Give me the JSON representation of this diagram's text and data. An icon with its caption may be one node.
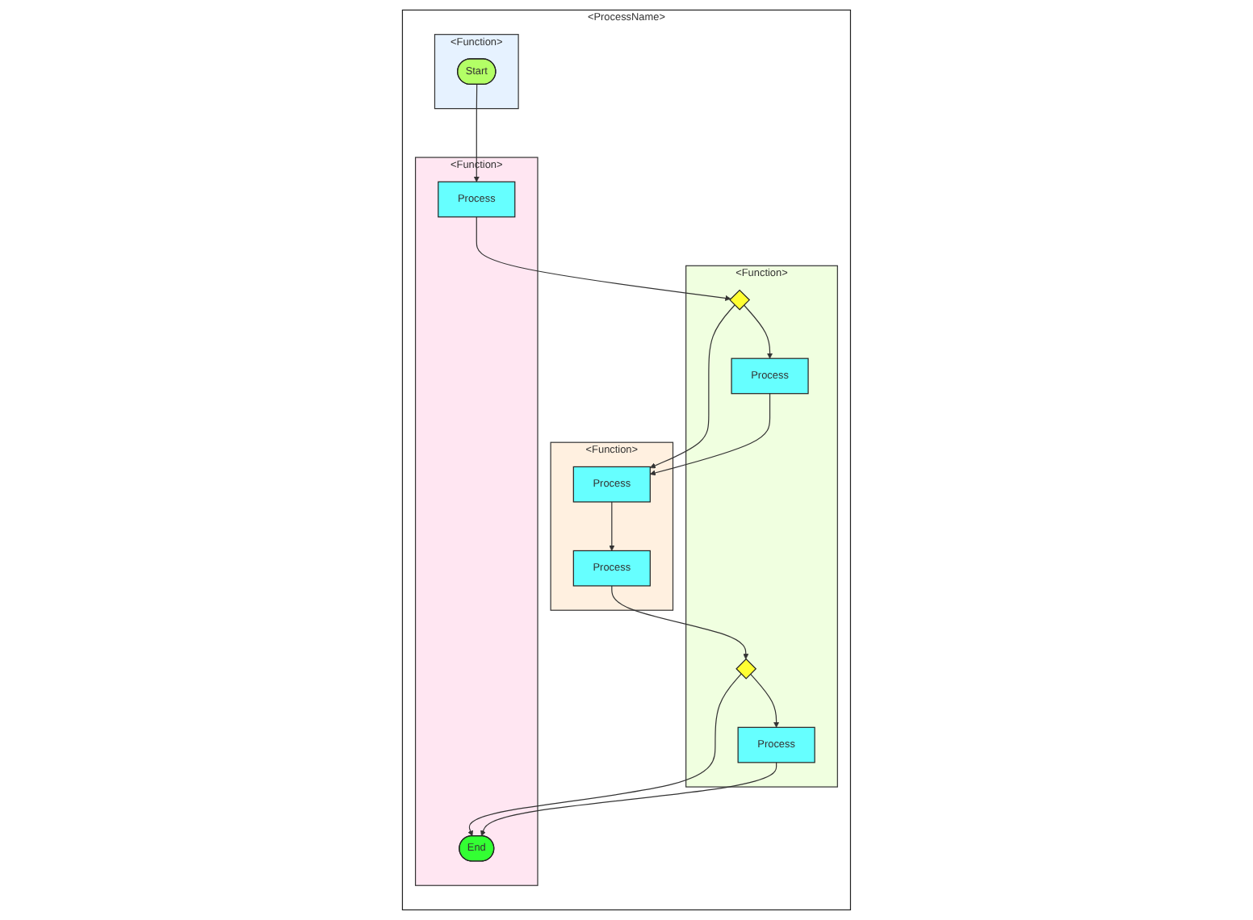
{
  "diagram": {
    "nodes": [
      {
        "text": [
          "<ProcessName>"
        ]
      },
      {
        "text": [
          "<Function>"
        ],
        "in": 0
      },
      {
        "text": [
          "<Function>"
        ],
        "in": 0
      },
      {
        "text": [
          "<Function>"
        ],
        "in": 0
      },
      {
        "text": [
          "<Function>"
        ],
        "in": 0
      },
      {
        "text": [
          "Start"
        ],
        "in": 1
      },
      {
        "text": [
          "Process"
        ],
        "in": 2
      },
      {
        "text": [],
        "shape": "diamond",
        "in": 3
      },
      {
        "text": [
          "Process"
        ],
        "in": 3
      },
      {
        "text": [
          "Process"
        ],
        "in": 4
      },
      {
        "text": [
          "Process"
        ],
        "in": 4
      },
      {
        "text": [],
        "shape": "diamond",
        "in": 3
      },
      {
        "text": [
          "End"
        ],
        "in": 2
      },
      {
        "text": [
          "Process"
        ],
        "in": 3
      }
    ],
    "edges": [
      {
        "from": 5,
        "to": 6,
        "arrow": "to"
      },
      {
        "from": 6,
        "to": 7,
        "arrow": "to"
      },
      {
        "from": 7,
        "to": 8,
        "arrow": "to"
      },
      {
        "from": 7,
        "to": 9,
        "arrow": "to"
      },
      {
        "from": 8,
        "to": 9,
        "arrow": "to"
      },
      {
        "from": 9,
        "to": 10,
        "arrow": "to"
      },
      {
        "from": 10,
        "to": 11,
        "arrow": "to"
      },
      {
        "from": 11,
        "to": 12,
        "arrow": "to"
      },
      {
        "from": 11,
        "to": 13,
        "arrow": "to"
      },
      {
        "from": 13,
        "to": 12,
        "arrow": "to"
      }
    ]
  }
}
